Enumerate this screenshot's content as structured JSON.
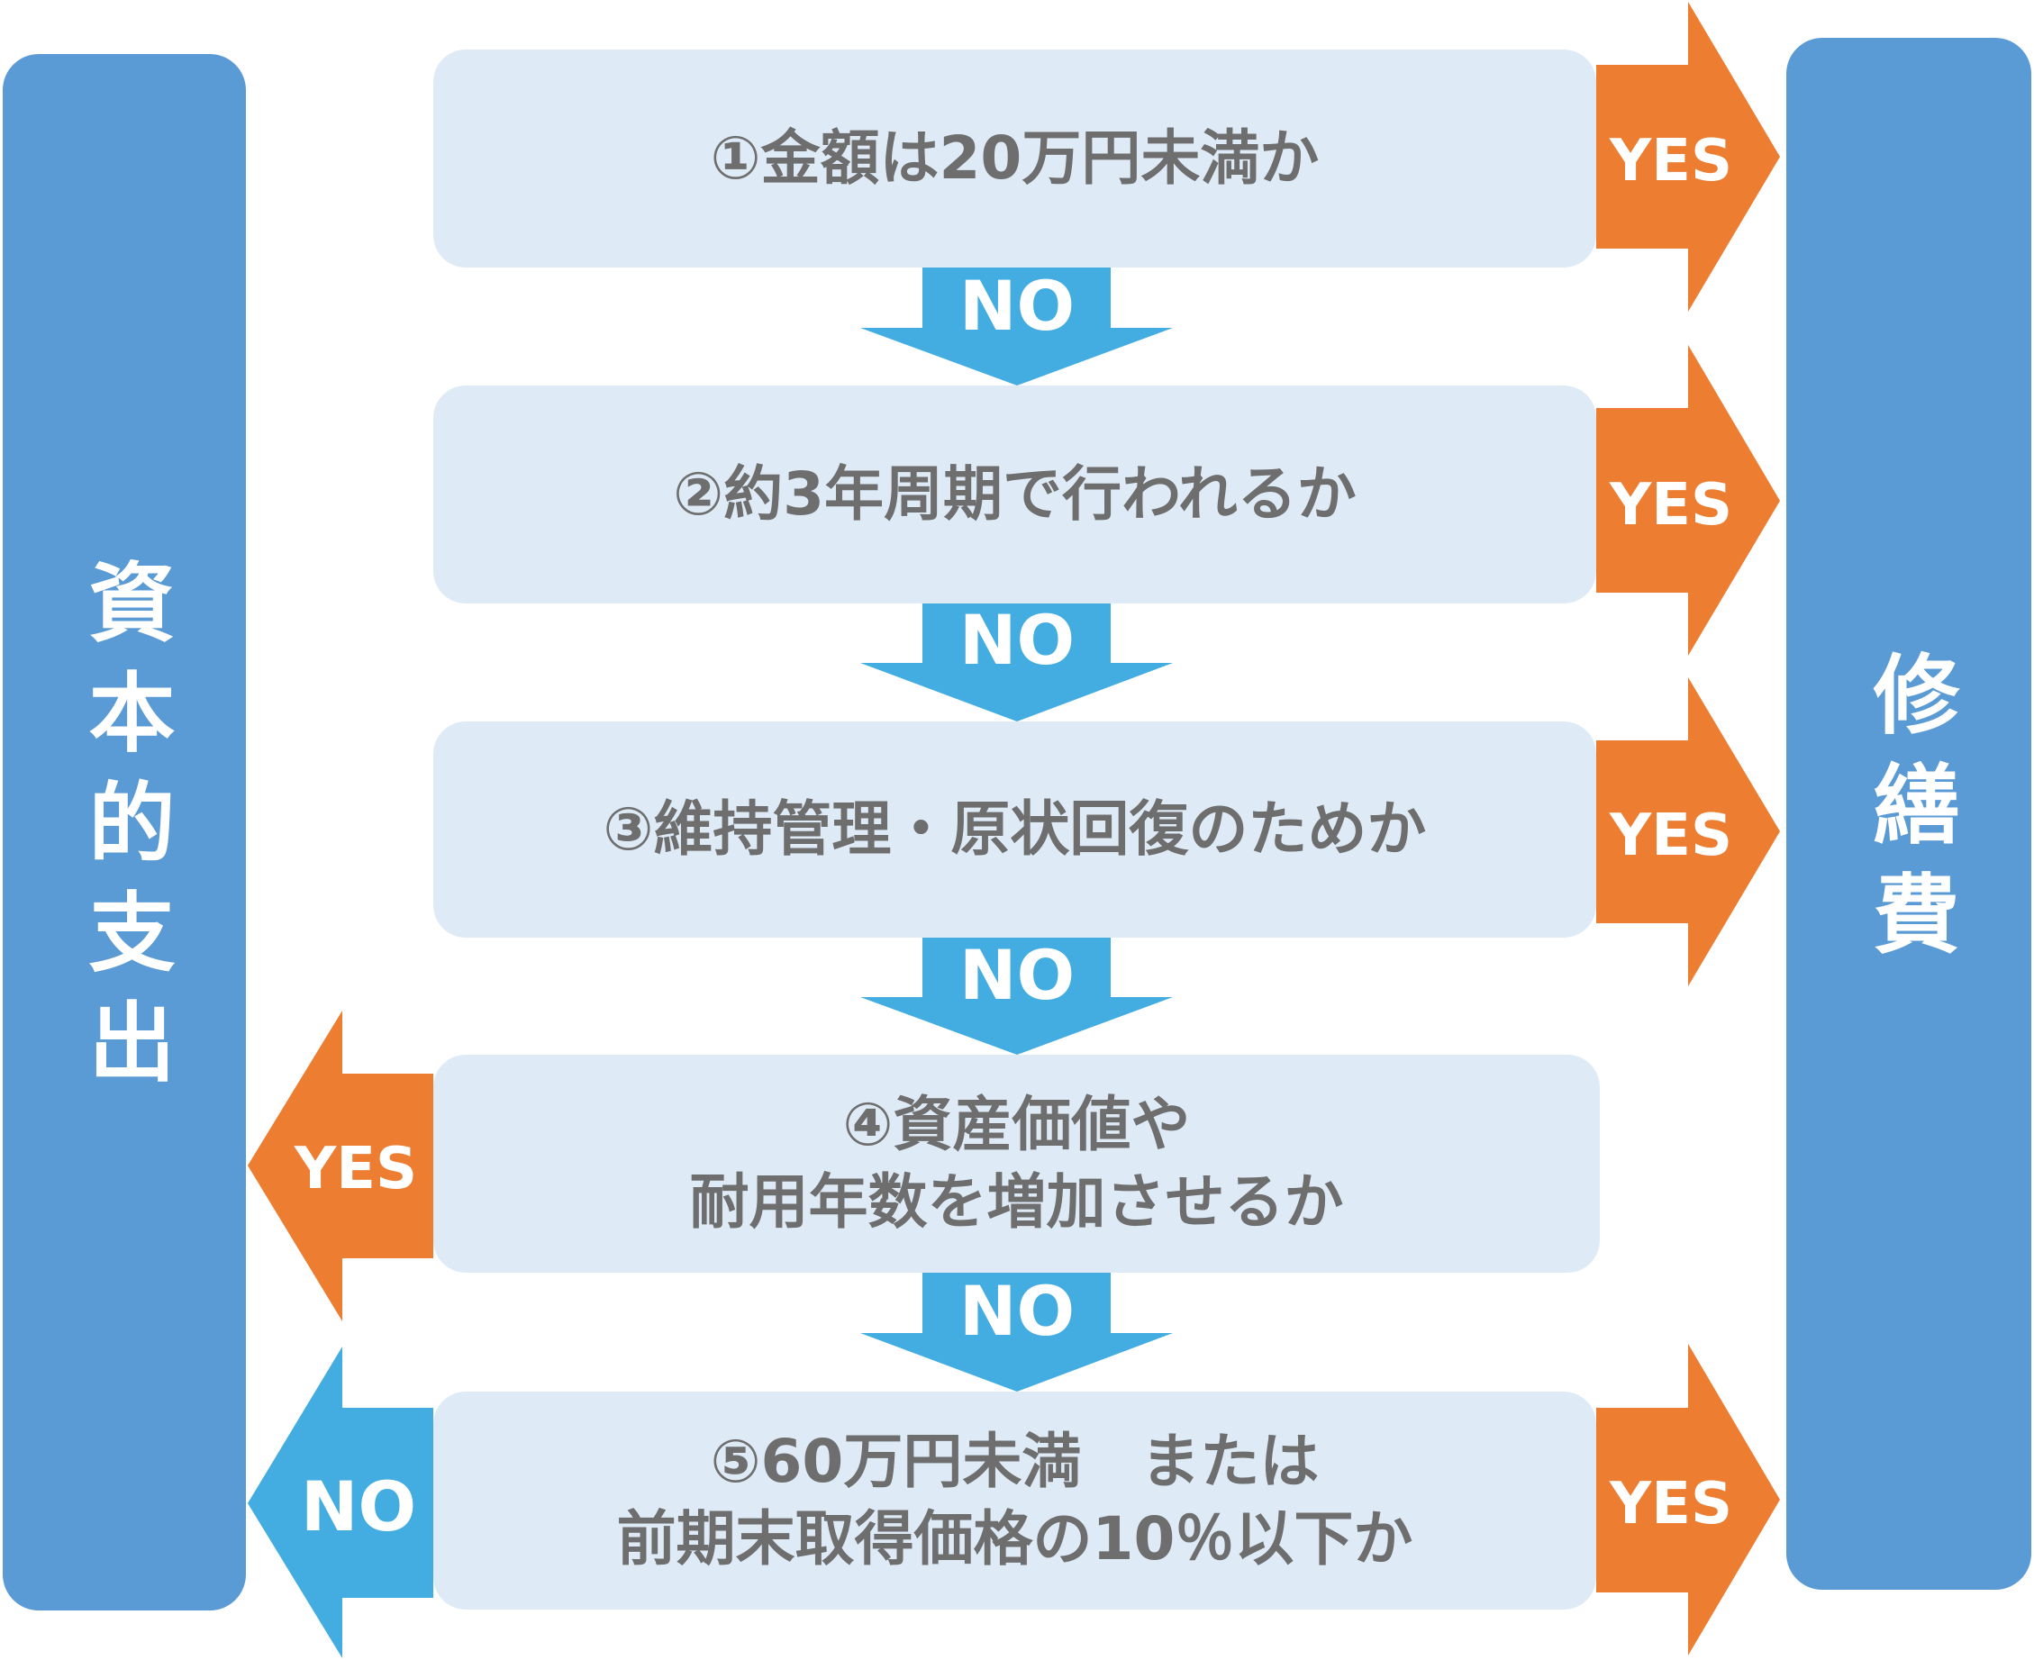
{
  "left_label": "資本的支出",
  "right_label": "修繕費",
  "questions": [
    {
      "lines": [
        "①金額は20万円未満か"
      ]
    },
    {
      "lines": [
        "②約3年周期で行われるか"
      ]
    },
    {
      "lines": [
        "③維持管理・原状回復のためか"
      ]
    },
    {
      "lines": [
        "④資産価値や",
        "耐用年数を増加させるか"
      ]
    },
    {
      "lines": [
        "⑤60万円未満　または",
        "前期末取得価格の10％以下か"
      ]
    }
  ],
  "yes_label": "YES",
  "no_label": "NO",
  "colors": {
    "column": "#5b9bd5",
    "question_box": "#deebf7",
    "question_text": "#6e6e6e",
    "yes_arrow": "#ed7d31",
    "no_arrow": "#43ade2"
  }
}
